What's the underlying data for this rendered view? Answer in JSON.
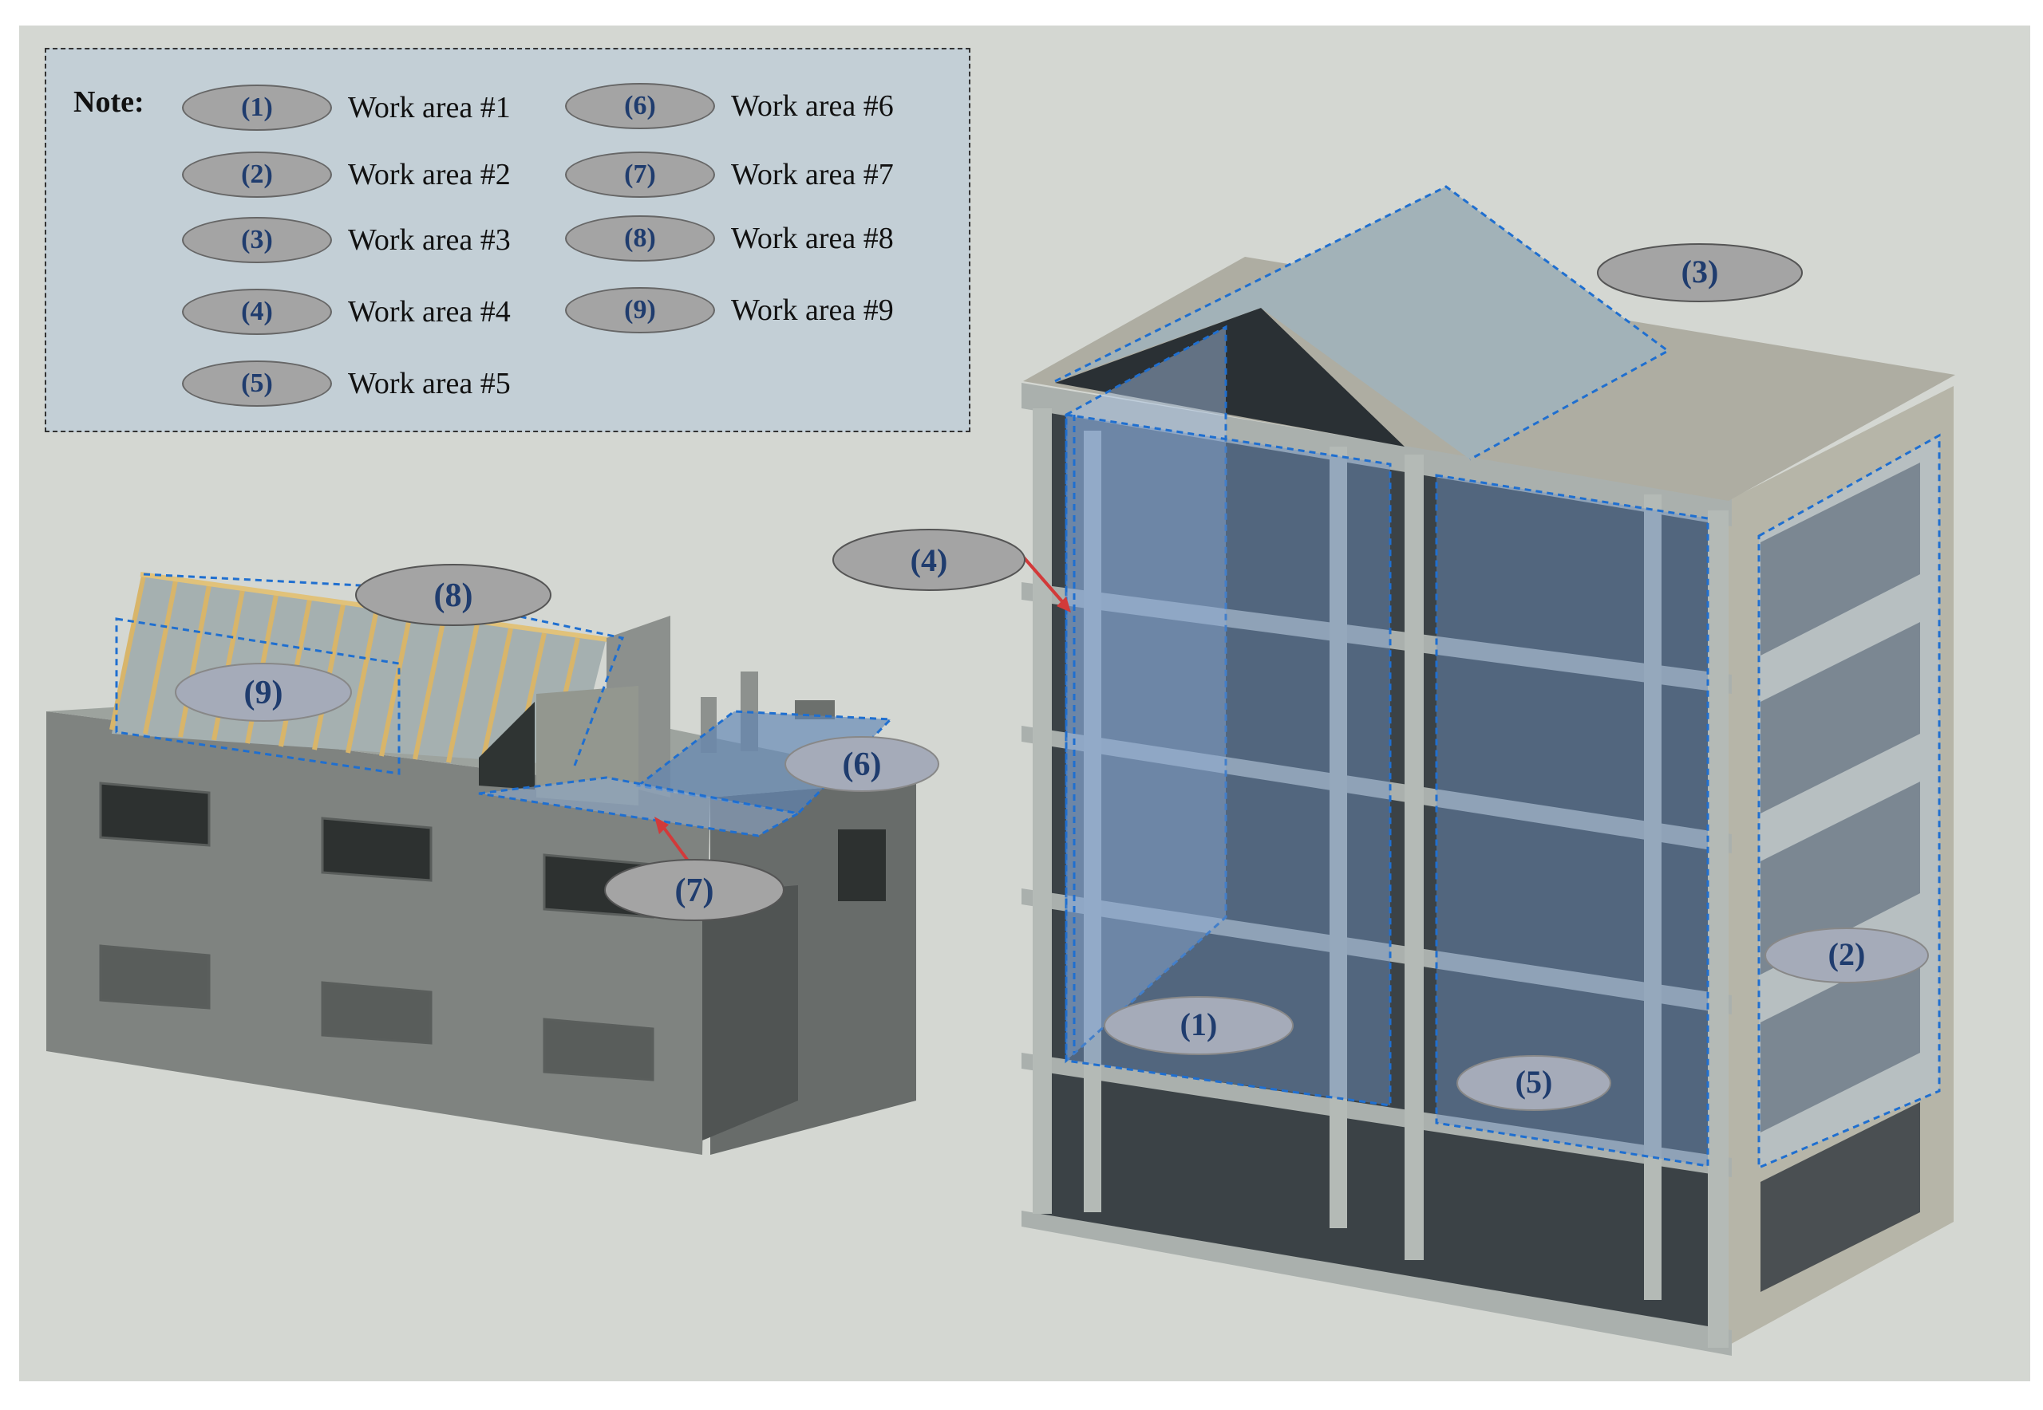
{
  "legend": {
    "title": "Note:",
    "items": [
      {
        "mark": "(1)",
        "label": "Work area #1"
      },
      {
        "mark": "(2)",
        "label": "Work area #2"
      },
      {
        "mark": "(3)",
        "label": "Work area #3"
      },
      {
        "mark": "(4)",
        "label": "Work area #4"
      },
      {
        "mark": "(5)",
        "label": "Work area #5"
      },
      {
        "mark": "(6)",
        "label": "Work area #6"
      },
      {
        "mark": "(7)",
        "label": "Work area #7"
      },
      {
        "mark": "(8)",
        "label": "Work area #8"
      },
      {
        "mark": "(9)",
        "label": "Work area #9"
      }
    ]
  },
  "callouts": {
    "c1": "(1)",
    "c2": "(2)",
    "c3": "(3)",
    "c4": "(4)",
    "c5": "(5)",
    "c6": "(6)",
    "c7": "(7)",
    "c8": "(8)",
    "c9": "(9)"
  },
  "colors": {
    "background": "#d4d7d2",
    "legend_fill": "#c3cfd6",
    "callout_fill": "#a4a4a4",
    "callout_text": "#1f3c6e",
    "zone_outline": "#1f6fd0",
    "zone_fill": "#7fa6d6",
    "arrow": "#d23a3a",
    "building_wall": "#7f8380",
    "roof_light": "#b5c3c9"
  }
}
